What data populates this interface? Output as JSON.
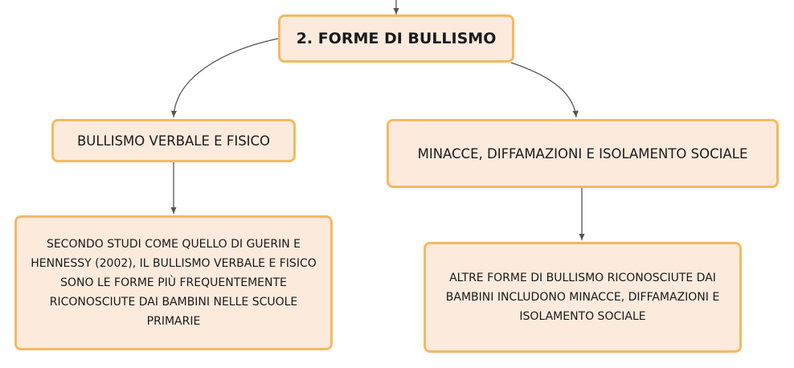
{
  "diagram": {
    "root": {
      "label": "2. FORME DI BULLISMO"
    },
    "left_branch": {
      "label": "BULLISMO VERBALE E FISICO",
      "detail": "SECONDO STUDI COME QUELLO DI GUERIN E HENNESSY (2002), IL BULLISMO VERBALE E FISICO SONO LE FORME PIÙ FREQUENTEMENTE RICONOSCIUTE DAI BAMBINI NELLE SCUOLE PRIMARIE"
    },
    "right_branch": {
      "label": "MINACCE, DIFFAMAZIONI E ISOLAMENTO SOCIALE",
      "detail": "ALTRE FORME DI BULLISMO RICONOSCIUTE DAI BAMBINI INCLUDONO MINACCE, DIFFAMAZIONI E ISOLAMENTO SOCIALE"
    }
  },
  "colors": {
    "node_fill": "#fcebdd",
    "node_border": "#f5b962",
    "connector": "#555555"
  }
}
